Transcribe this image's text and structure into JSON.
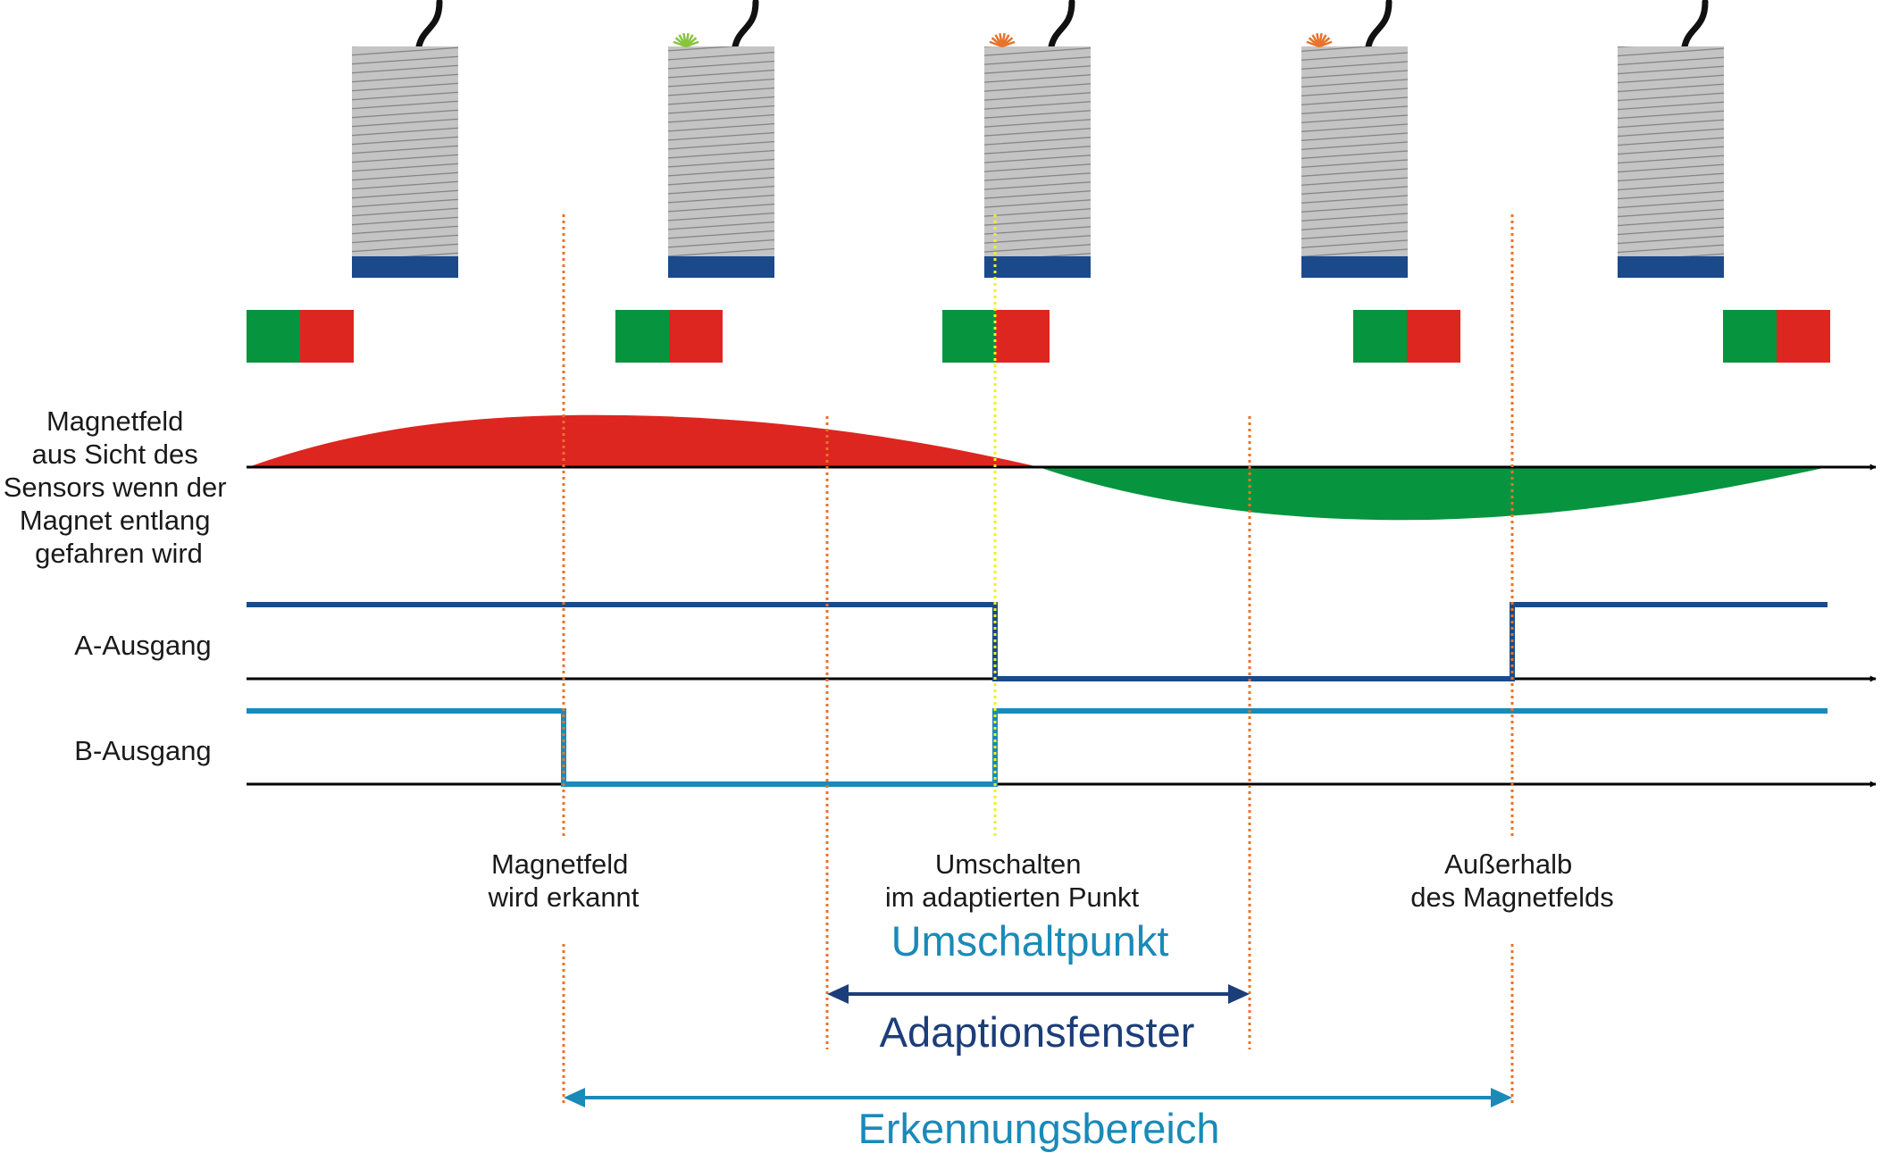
{
  "colors": {
    "sensor_body": "#c4c4c4",
    "sensor_face": "#1b4a8a",
    "magnet_green": "#07943f",
    "magnet_red": "#dd2620",
    "field_positive": "#dd2620",
    "field_negative": "#07943f",
    "output_a": "#1b4a8a",
    "output_b": "#1a8ab8",
    "marker_orange": "#e8732a",
    "marker_yellow": "#f2f21a",
    "led_green": "#88c43c",
    "led_orange": "#e8732a",
    "title_teal": "#1a8ab8",
    "title_navy": "#1b3d7a"
  },
  "sensors": [
    {
      "led": "off"
    },
    {
      "led": "green"
    },
    {
      "led": "orange"
    },
    {
      "led": "orange"
    },
    {
      "led": "off"
    }
  ],
  "labels": {
    "field_lines": [
      "Magnetfeld",
      "aus Sicht des",
      "Sensors wenn der",
      "Magnet entlang",
      "gefahren wird"
    ],
    "output_a": "A-Ausgang",
    "output_b": "B-Ausgang",
    "detected": [
      "Magnetfeld",
      "wird erkannt"
    ],
    "switching": [
      "Umschalten",
      "im adaptierten Punkt"
    ],
    "outside": [
      "Außerhalb",
      "des Magnetfelds"
    ],
    "switch_point": "Umschaltpunkt",
    "adaption_window": "Adaptionsfenster",
    "detection_range": "Erkennungsbereich"
  }
}
